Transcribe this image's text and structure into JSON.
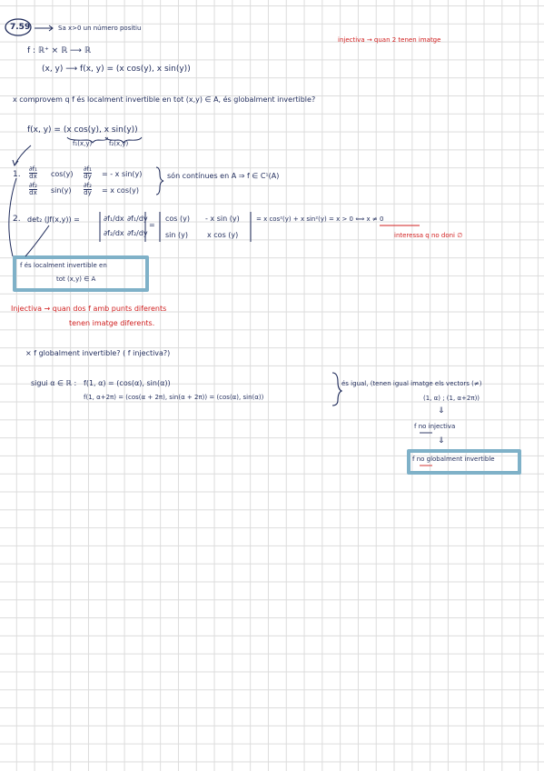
{
  "problem_number": "7.59",
  "header": {
    "given": "Sa x>0 un número positiu",
    "red_note": "injectiva → quan 2 tenen imatge",
    "map_line": "f : ℝ⁺ × ℝ ⟶ ℝ",
    "map_rule": "(x, y) ⟶ f(x, y) = (x cos(y), x sin(y))"
  },
  "question_1": "x comprovem q f és localment invertible en tot (x,y) ∈ A, és globalment invertible?",
  "definition": {
    "lhs": "f(x, y) = (x cos(y), x sin(y))",
    "f1": "f₁(x,y)",
    "f2": "f₂(x,y)"
  },
  "step_1": {
    "num": "1.",
    "row1_a": "∂f₁/∂y",
    "row1": "cos(y)   ∂f₁/∂y = - x sin(y)",
    "row2": "sin(y)   ∂f₂/∂y = x cos(y)",
    "brace_text": "són contínues en A ⇒ f ∈ C¹(A)",
    "d1": "∂f₁",
    "d1b": "dx",
    "d2": "∂f₂",
    "d2b": "dx",
    "v1": "cos(y)",
    "v2": "sin(y)",
    "d3": "∂f₁",
    "d3b": "dy",
    "d4": "∂f₂",
    "d4b": "dy",
    "v3": "= - x sin(y)",
    "v4": "= x cos(y)"
  },
  "step_2": {
    "num": "2.",
    "lhs": "det₂ (Jf(x,y)) =",
    "m11": "∂f₁/dx",
    "m12": "∂f₁/dy",
    "m21": "∂f₂/dx",
    "m22": "∂f₂/dy",
    "eq": "=",
    "n11": "cos (y)",
    "n12": "- x sin (y)",
    "n21": "sin (y)",
    "n22": "x cos (y)",
    "rhs": "= x cos²(y) + x sin²(y) = x > 0 ⟺ x ≠ 0",
    "red_note": "interessa q no doni ∅"
  },
  "boxed_1": {
    "line1": "f és localment invertible en",
    "line2": "tot (x,y) ∈ A"
  },
  "injective_note": {
    "line1": "Injectiva → quan dos f amb punts diferents",
    "line2": "tenen imatge diferents."
  },
  "question_2": "× f globalment invertible? ( f injectiva?)",
  "example": {
    "lead": "sigui α ∈ ℝ :",
    "line1": "f(1, α) = (cos(α), sin(α))",
    "line2": "f(1, α+2π) = (cos(α + 2π), sin(α + 2π)) = (cos(α), sin(α))",
    "brace_note": "és igual, (tenen igual imatge els vectors (≠)",
    "pair": "(1, α) ; (1, α+2π))",
    "arrow": "⇓",
    "not_inj": "f no injectiva",
    "arrow2": "⇓"
  },
  "boxed_2": "f no globalment invertible"
}
